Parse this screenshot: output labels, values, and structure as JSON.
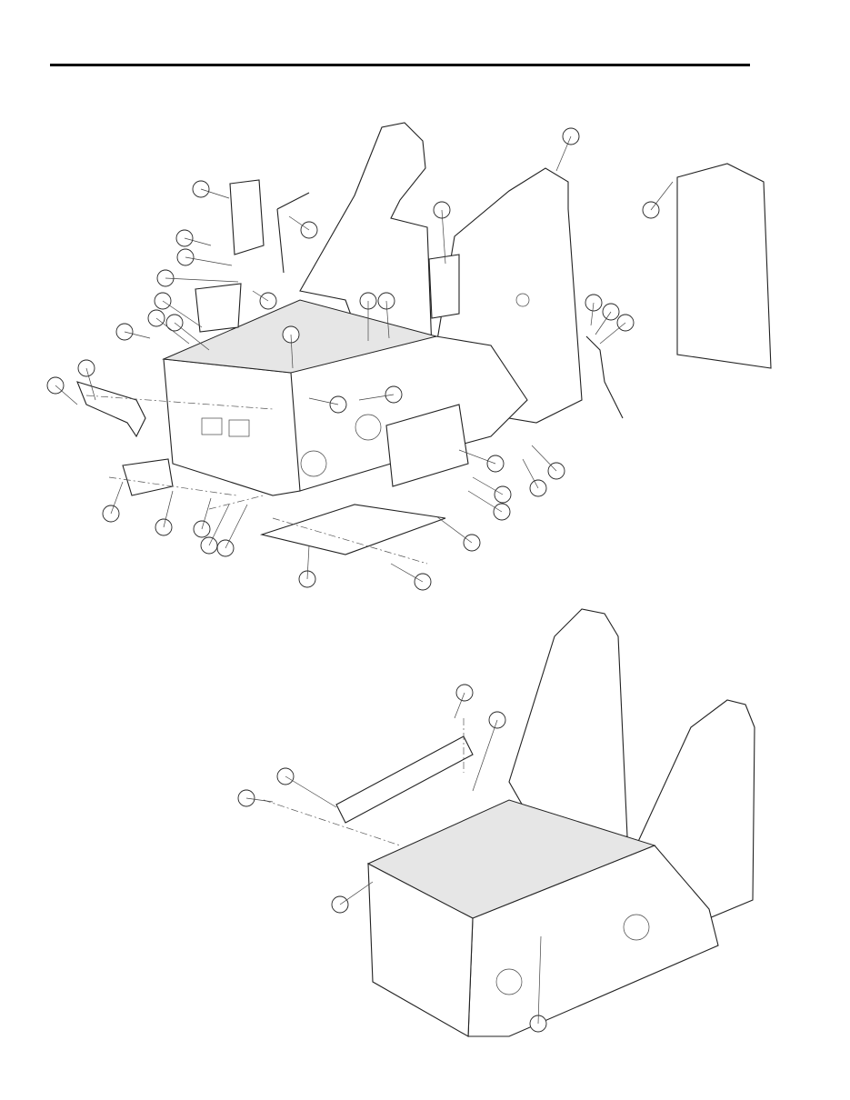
{
  "colors": {
    "line": "#222222",
    "background": "#ffffff",
    "header_rule": "#000000"
  },
  "figures": [
    {
      "id": "exploded-frame-assembly",
      "callouts": 36
    },
    {
      "id": "frame-assembly-with-cover",
      "callouts": 6
    }
  ]
}
